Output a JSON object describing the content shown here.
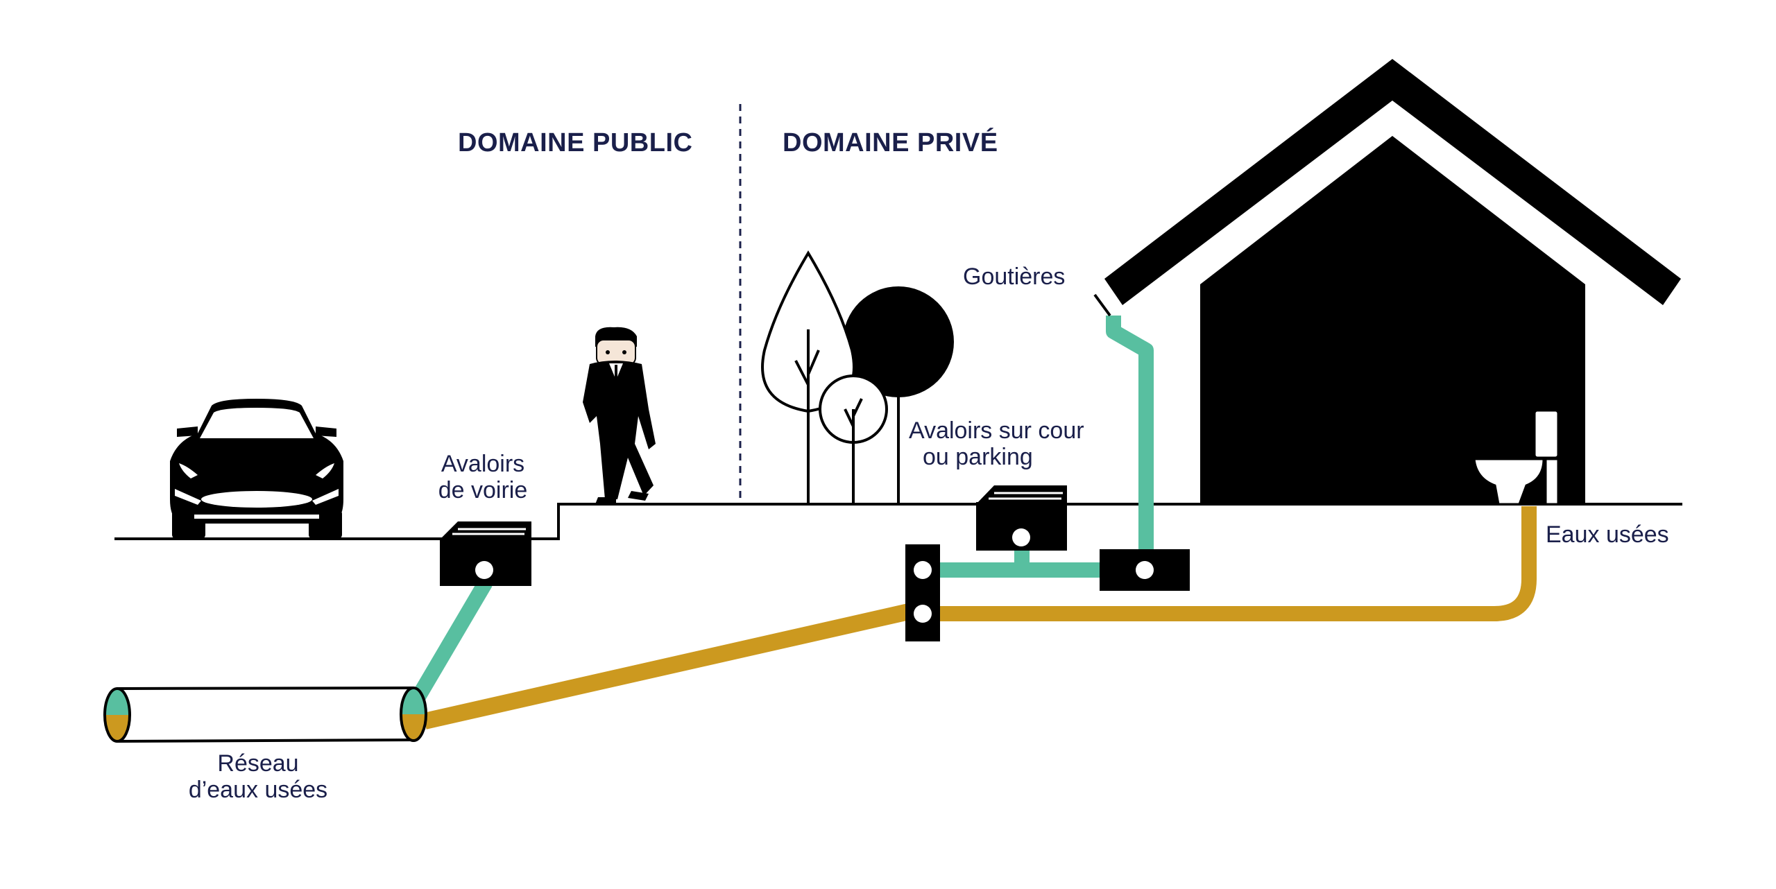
{
  "headings": {
    "public": "DOMAINE PUBLIC",
    "private": "DOMAINE PRIVÉ"
  },
  "labels": {
    "avaloirs_voirie_line1": "Avaloirs",
    "avaloirs_voirie_line2": "de voirie",
    "avaloirs_cour_line1": "Avaloirs sur cour",
    "avaloirs_cour_line2": "ou parking",
    "gouttieres": "Goutières",
    "eaux_usees": "Eaux usées",
    "reseau_line1": "Réseau",
    "reseau_line2": "d’eaux usées"
  },
  "colors": {
    "navy": "#1a1f4a",
    "rain_water": "#58bfa0",
    "waste_water": "#cc991f",
    "black": "#000000"
  }
}
